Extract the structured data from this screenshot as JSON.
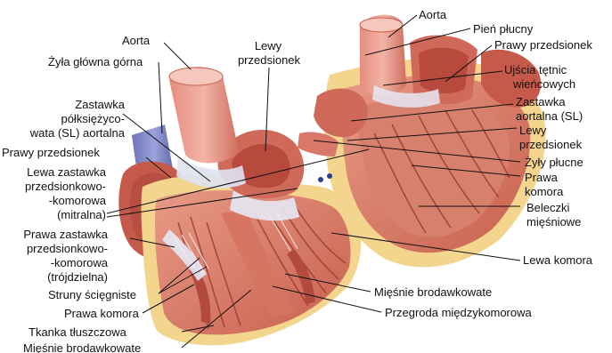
{
  "labels": {
    "aorta_left": "Aorta",
    "zyla_glowna_gorna": "Żyła główna górna",
    "lewy_przedsionek_top_1": "Lewy",
    "lewy_przedsionek_top_2": "przedsionek",
    "zastawka_sl_1": "Zastawka",
    "zastawka_sl_2": "półksiężyco-",
    "zastawka_sl_3": "wata (SL) aortalna",
    "prawy_przedsionek_left": "Prawy przedsionek",
    "mitralna_1": "Lewa zastawka",
    "mitralna_2": "przedsionkowo-",
    "mitralna_3": "-komorowa",
    "mitralna_4": "(mitralna)",
    "trojdzielna_1": "Prawa zastawka",
    "trojdzielna_2": "przedsionkowo-",
    "trojdzielna_3": "-komorowa",
    "trojdzielna_4": "(trójdzielna)",
    "struny": "Struny ścięgniste",
    "prawa_komora_left": "Prawa komora",
    "tkanka": "Tkanka tłuszczowa",
    "miesnie_left": "Mięśnie brodawkowate",
    "aorta_right": "Aorta",
    "pien_plucny": "Pień płucny",
    "prawy_przedsionek_right": "Prawy przedsionek",
    "ujscia_1": "Ujścia tętnic",
    "ujscia_2": "wieńcowych",
    "zastawka_aortalna_1": "Zastawka",
    "zastawka_aortalna_2": "aortalna (SL)",
    "lewy_przedsionek_right_1": "Lewy",
    "lewy_przedsionek_right_2": "przedsionek",
    "zyly_plucne": "Żyły płucne",
    "prawa_komora_right_1": "Prawa",
    "prawa_komora_right_2": "komora",
    "beleczki_1": "Beleczki",
    "beleczki_2": "mięśniowe",
    "lewa_komora": "Lewa komora",
    "miesnie_right": "Mięśnie brodawkowate",
    "przegroda": "Przegroda międzykomorowa"
  }
}
